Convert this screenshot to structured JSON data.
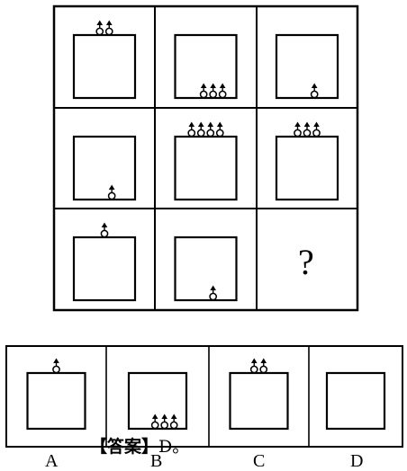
{
  "puzzle": {
    "grid": [
      [
        {
          "count": 2,
          "position": "top"
        },
        {
          "count": 3,
          "position": "bottom"
        },
        {
          "count": 1,
          "position": "bottom"
        }
      ],
      [
        {
          "count": 1,
          "position": "bottom"
        },
        {
          "count": 4,
          "position": "top"
        },
        {
          "count": 3,
          "position": "top"
        }
      ],
      [
        {
          "count": 1,
          "position": "top"
        },
        {
          "count": 1,
          "position": "bottom"
        },
        {
          "count": 0,
          "position": "question"
        }
      ]
    ],
    "question_mark": "?"
  },
  "options": [
    {
      "label": "A",
      "count": 1,
      "position": "top"
    },
    {
      "label": "B",
      "count": 3,
      "position": "bottom"
    },
    {
      "label": "C",
      "count": 2,
      "position": "top"
    },
    {
      "label": "D",
      "count": 0,
      "position": "none"
    }
  ],
  "answer": {
    "prefix": "【答案】",
    "text": "D。"
  },
  "colors": {
    "stroke": "#000000",
    "background": "#ffffff"
  }
}
